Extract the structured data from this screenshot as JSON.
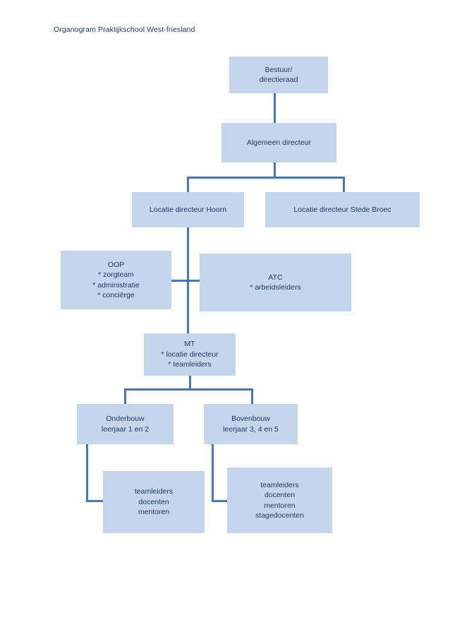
{
  "page": {
    "title": "Organogram Praktijkschool West-friesland",
    "colors": {
      "box_fill": "#c5d5ec",
      "text": "#1f3864",
      "connector": "#4a76a8",
      "background": "#ffffff"
    }
  },
  "chart_data": {
    "type": "diagram",
    "title": "Organogram Praktijkschool West-friesland",
    "nodes": [
      {
        "id": "bestuur",
        "lines": [
          "Bestuur/",
          "directieraad"
        ]
      },
      {
        "id": "algemeen",
        "lines": [
          "Algemeen directeur"
        ]
      },
      {
        "id": "loc-hoorn",
        "lines": [
          "Locatie directeur Hoorn"
        ]
      },
      {
        "id": "loc-stedebroec",
        "lines": [
          "Locatie directeur Stede Broec"
        ]
      },
      {
        "id": "oop",
        "lines": [
          "OOP",
          "* zorgteam",
          "* administratie",
          "* conciërge"
        ]
      },
      {
        "id": "atc",
        "lines": [
          "ATC",
          "* arbeidsleiders"
        ]
      },
      {
        "id": "mt",
        "lines": [
          "MT",
          "* locatie directeur",
          "* teamleiders"
        ]
      },
      {
        "id": "onderbouw",
        "lines": [
          "Onderbouw",
          "leerjaar 1 en 2"
        ]
      },
      {
        "id": "bovenbouw",
        "lines": [
          "Bovenbouw",
          "leerjaar 3, 4 en 5"
        ]
      },
      {
        "id": "onderbouw-staff",
        "lines": [
          "teamleiders",
          "docenten",
          "mentoren"
        ]
      },
      {
        "id": "bovenbouw-staff",
        "lines": [
          "teamleiders",
          "docenten",
          "mentoren",
          "stagedocenten"
        ]
      }
    ],
    "edges": [
      {
        "from": "bestuur",
        "to": "algemeen"
      },
      {
        "from": "algemeen",
        "to": "loc-hoorn"
      },
      {
        "from": "algemeen",
        "to": "loc-stedebroec"
      },
      {
        "from": "loc-hoorn",
        "to": "oop"
      },
      {
        "from": "loc-hoorn",
        "to": "atc"
      },
      {
        "from": "loc-hoorn",
        "to": "mt"
      },
      {
        "from": "mt",
        "to": "onderbouw"
      },
      {
        "from": "mt",
        "to": "bovenbouw"
      },
      {
        "from": "onderbouw",
        "to": "onderbouw-staff"
      },
      {
        "from": "bovenbouw",
        "to": "bovenbouw-staff"
      }
    ]
  },
  "nodes": {
    "bestuur": {
      "line1": "Bestuur/",
      "line2": "directieraad"
    },
    "algemeen": {
      "line1": "Algemeen directeur"
    },
    "loc_hoorn": {
      "line1": "Locatie directeur Hoorn"
    },
    "loc_stedebroec": {
      "line1": "Locatie directeur Stede Broec"
    },
    "oop": {
      "line1": "OOP",
      "line2": "* zorgteam",
      "line3": "* administratie",
      "line4": "* conciërge"
    },
    "atc": {
      "line1": "ATC",
      "line2": "* arbeidsleiders"
    },
    "mt": {
      "line1": "MT",
      "line2": "* locatie directeur",
      "line3": "* teamleiders"
    },
    "onderbouw": {
      "line1": "Onderbouw",
      "line2": "leerjaar 1 en 2"
    },
    "bovenbouw": {
      "line1": "Bovenbouw",
      "line2": "leerjaar 3, 4 en 5"
    },
    "onderbouw_staff": {
      "line1": "teamleiders",
      "line2": "docenten",
      "line3": "mentoren"
    },
    "bovenbouw_staff": {
      "line1": "teamleiders",
      "line2": "docenten",
      "line3": "mentoren",
      "line4": "stagedocenten"
    }
  }
}
